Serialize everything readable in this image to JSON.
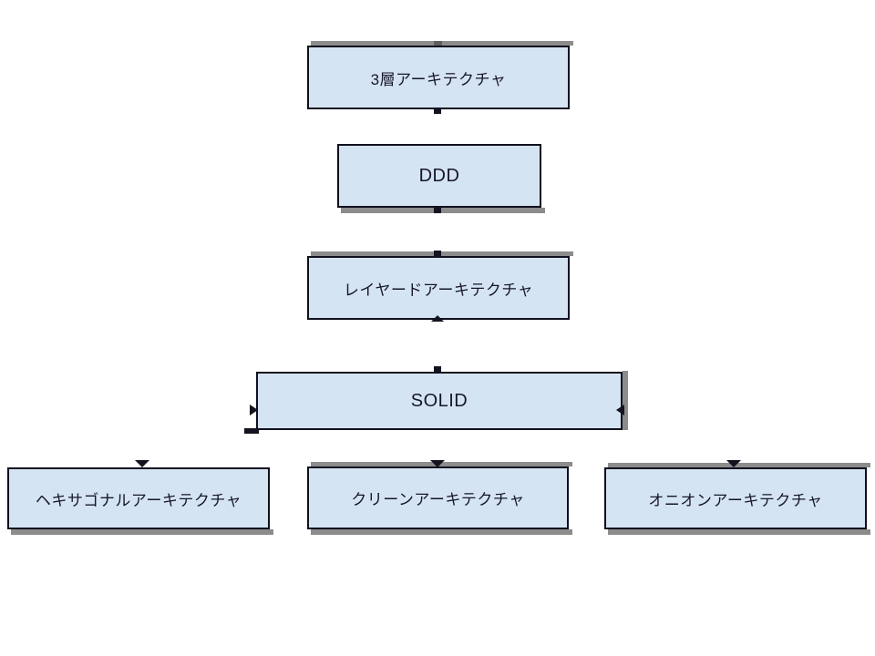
{
  "diagram": {
    "type": "architecture-concept-flow",
    "nodes": [
      {
        "id": "three-tier",
        "label": "3層アーキテクチャ"
      },
      {
        "id": "ddd",
        "label": "DDD"
      },
      {
        "id": "layered",
        "label": "レイヤードアーキテクチャ"
      },
      {
        "id": "solid",
        "label": "SOLID"
      },
      {
        "id": "hexagonal",
        "label": "ヘキサゴナルアーキテクチャ"
      },
      {
        "id": "clean",
        "label": "クリーンアーキテクチャ"
      },
      {
        "id": "onion",
        "label": "オニオンアーキテクチャ"
      }
    ],
    "visual_order_top_to_bottom": [
      "3層アーキテクチャ",
      "DDD",
      "レイヤードアーキテクチャ",
      "SOLID",
      "ヘキサゴナルアーキテクチャ | クリーンアーキテクチャ | オニオンアーキテクチャ"
    ],
    "colors": {
      "node_fill": "#d5e4f2",
      "node_border": "#10101e",
      "shadow_gray": "#8c8c8c",
      "text": "#16162b",
      "background": "#ffffff",
      "connector_marks": "#141420"
    }
  }
}
